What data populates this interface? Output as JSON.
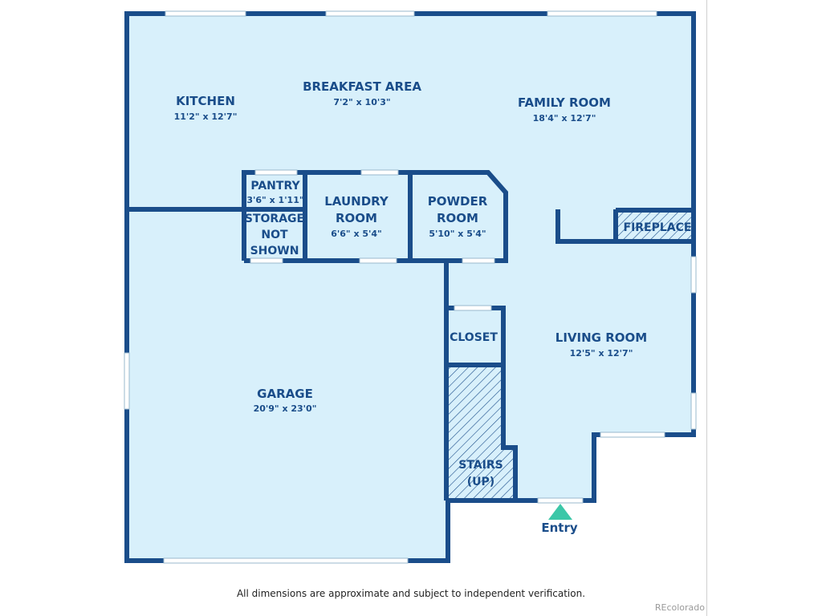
{
  "colors": {
    "wall": "#1a4d8a",
    "floor": "#d8f0fb",
    "label": "#1a4d8a",
    "entry_marker": "#3cc7a8"
  },
  "rooms": {
    "kitchen": {
      "name": "KITCHEN",
      "dims": "11'2\" x 12'7\""
    },
    "breakfast": {
      "name": "BREAKFAST AREA",
      "dims": "7'2\" x 10'3\""
    },
    "family": {
      "name": "FAMILY ROOM",
      "dims": "18'4\" x 12'7\""
    },
    "pantry": {
      "name": "PANTRY",
      "dims": "3'6\" x 1'11\""
    },
    "storage": {
      "line1": "STORAGE",
      "line2": "NOT",
      "line3": "SHOWN"
    },
    "laundry": {
      "line1": "LAUNDRY",
      "line2": "ROOM",
      "dims": "6'6\" x 5'4\""
    },
    "powder": {
      "line1": "POWDER",
      "line2": "ROOM",
      "dims": "5'10\" x 5'4\""
    },
    "fireplace": {
      "name": "FIREPLACE"
    },
    "closet": {
      "name": "CLOSET"
    },
    "living": {
      "name": "LIVING ROOM",
      "dims": "12'5\" x 12'7\""
    },
    "garage": {
      "name": "GARAGE",
      "dims": "20'9\" x 23'0\""
    },
    "stairs": {
      "line1": "STAIRS",
      "line2": "(UP)"
    }
  },
  "entry": {
    "label": "Entry",
    "icon": "triangle-up-icon"
  },
  "footer": {
    "disclaimer": "All dimensions are approximate and subject to independent verification.",
    "watermark": "REcolorado"
  }
}
